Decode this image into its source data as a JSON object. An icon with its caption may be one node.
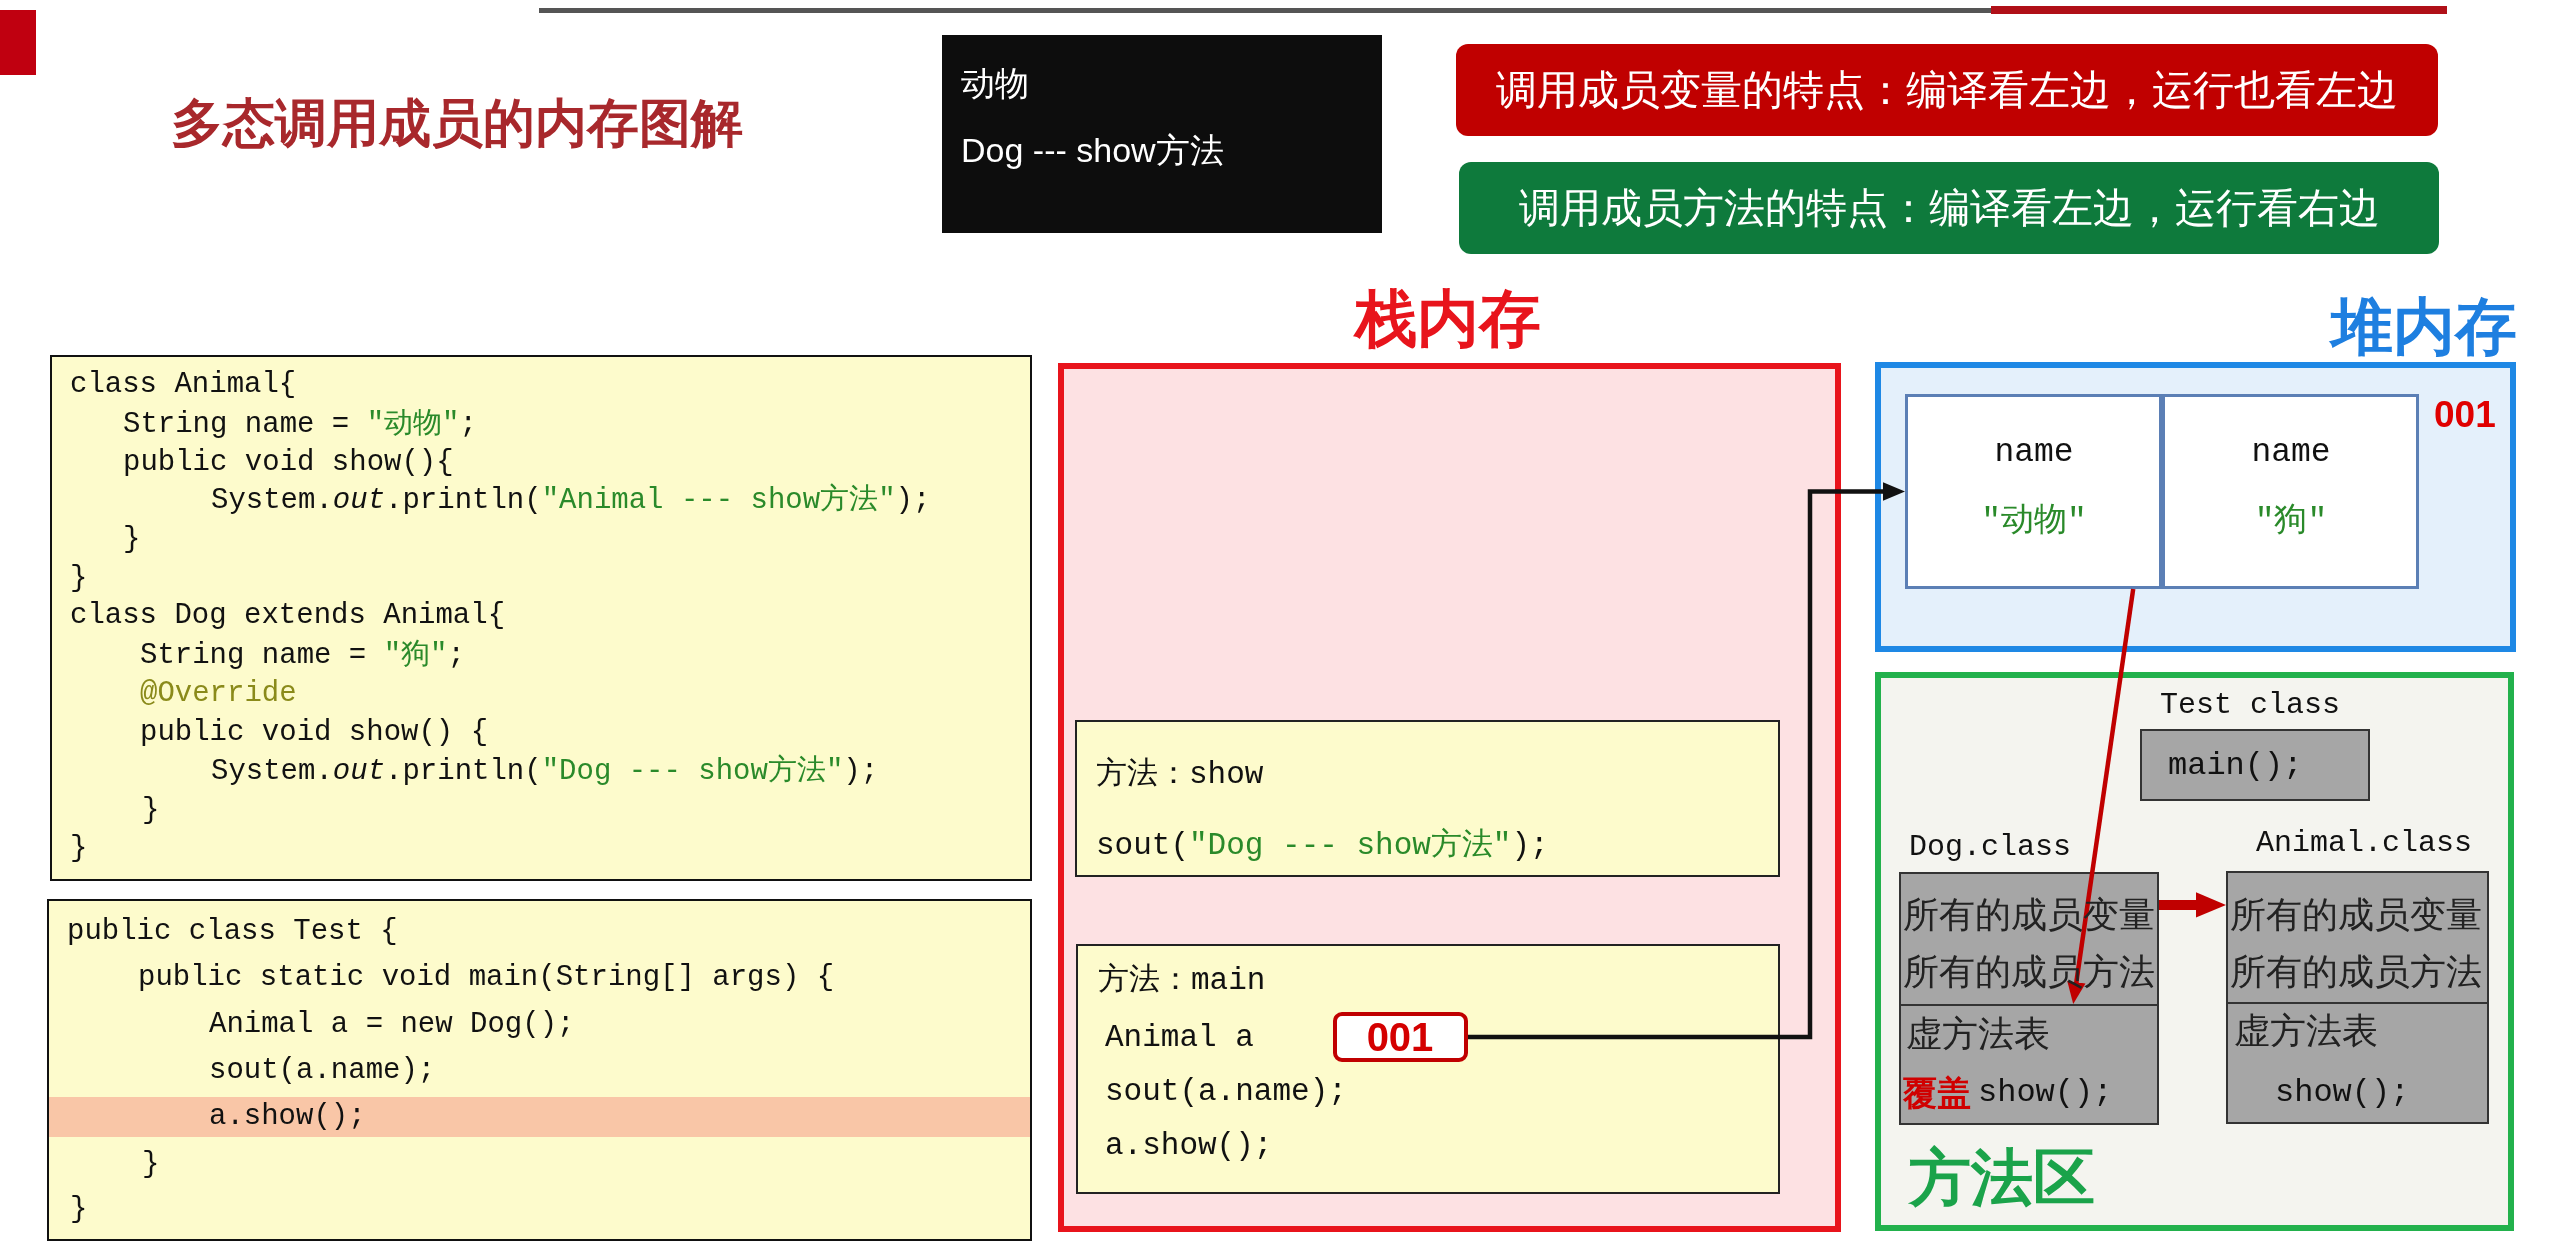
{
  "diagram": {
    "title": "多态调用成员的内存图解",
    "nodes": [
      {
        "text": [
          "动物",
          "Dog --- show方法"
        ]
      },
      {
        "text": [
          "调用成员变量的特点：编译看左边，运行也看左边"
        ]
      },
      {
        "text": [
          "调用成员方法的特点：编译看左边，运行看右边"
        ]
      },
      {
        "text": [
          "class Animal{",
          "String name = \"动物\";",
          "public void show(){",
          "System.*out*.println(\"Animal --- show方法\");",
          "}",
          "}",
          "class Dog extends Animal{",
          "String name = \"狗\";",
          "@Override",
          "public void show() {",
          "System.*out*.println(\"Dog --- show方法\");",
          "}",
          "}"
        ]
      },
      {
        "text": [
          "public class Test {",
          "public static void main(String[] args) {",
          "Animal a = new Dog();",
          "sout(a.name);",
          "a.show();",
          "}",
          "}"
        ]
      },
      {
        "text": [
          "栈内存"
        ]
      },
      {
        "text": [
          "方法：show",
          "sout(\"Dog --- show方法\");"
        ],
        "in": 5
      },
      {
        "text": [
          "方法：main",
          "Animal a",
          "sout(a.name);",
          "a.show();"
        ],
        "in": 5
      },
      {
        "text": [
          "001"
        ],
        "in": 7
      },
      {
        "text": [
          "堆内存"
        ]
      },
      {
        "text": [],
        "shape": "box",
        "beside": [
          "001"
        ],
        "in": 9
      },
      {
        "text": [
          "name",
          "\"动物\""
        ],
        "in": 10
      },
      {
        "text": [
          "name",
          "\"狗\""
        ],
        "in": 10
      },
      {
        "text": [
          "方法区"
        ]
      },
      {
        "text": [
          "Test class",
          "main();"
        ],
        "in": 13
      },
      {
        "text": [
          "Dog.class",
          "所有的成员变量",
          "所有的成员方法"
        ],
        "in": 13
      },
      {
        "text": [
          "虚方法表",
          "覆盖",
          "show();"
        ],
        "in": 15
      },
      {
        "text": [
          "Animal.class",
          "所有的成员变量",
          "所有的成员方法"
        ],
        "in": 13
      },
      {
        "text": [
          "虚方法表",
          "show();"
        ],
        "in": 17
      }
    ],
    "edges": [
      {
        "from": 8,
        "to": 10,
        "arrow": "to",
        "color": "#111111"
      },
      {
        "from": 10,
        "to": 16,
        "arrow": "to",
        "color": "#c00000"
      },
      {
        "from": 15,
        "to": 17,
        "arrow": "to",
        "style": "thick",
        "color": "#c00000"
      }
    ]
  }
}
